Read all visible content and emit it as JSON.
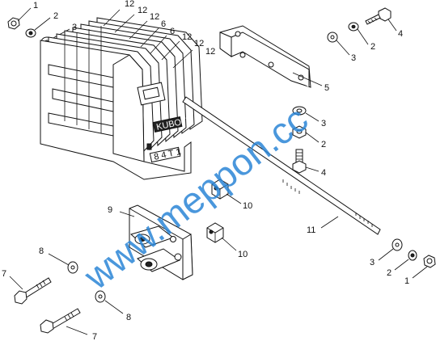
{
  "callouts": {
    "c1a": "1",
    "c2a": "2",
    "c3a": "3",
    "c12a": "12",
    "c12b": "12",
    "c12c": "12",
    "c6a": "6",
    "c6b": "6",
    "c12d": "12",
    "c12e": "12",
    "c12f": "12",
    "c4a": "4",
    "c2b": "2",
    "c3b": "3",
    "c5": "5",
    "c3c": "3",
    "c2c": "2",
    "c4b": "4",
    "c10a": "10",
    "c9": "9",
    "c11": "11",
    "c8a": "8",
    "c10b": "10",
    "c7a": "7",
    "c3d": "3",
    "c2d": "2",
    "c1b": "1",
    "c8b": "8",
    "c7b": "7"
  },
  "watermark": "www.meppon.cc",
  "weight_label": "KUBOTA",
  "weight_stamp": "8 4 T 1"
}
